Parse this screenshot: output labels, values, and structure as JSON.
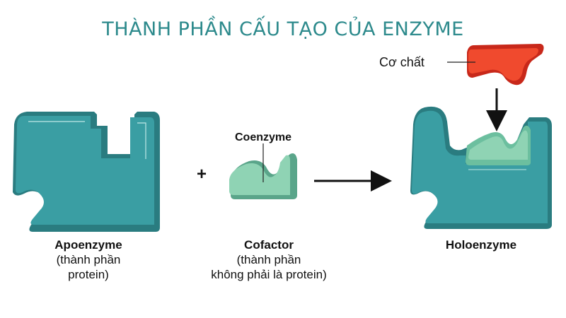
{
  "title": "THÀNH PHẦN CẤU TẠO CỦA ENZYME",
  "substrate_label": "Cơ chất",
  "coenzyme_label": "Coenzyme",
  "plus": "+",
  "apoenzyme": {
    "name": "Apoenzyme",
    "desc1": "(thành phần",
    "desc2": "protein)"
  },
  "cofactor": {
    "name": "Cofactor",
    "desc1": "(thành phần",
    "desc2": "không phải là protein)"
  },
  "holoenzyme": {
    "name": "Holoenzyme"
  },
  "colors": {
    "enzyme": "#3a9ea3",
    "enzyme_dark": "#2a7c80",
    "coenzyme": "#8fd3b4",
    "substrate": "#f04a2e",
    "title": "#2d8a8c"
  }
}
